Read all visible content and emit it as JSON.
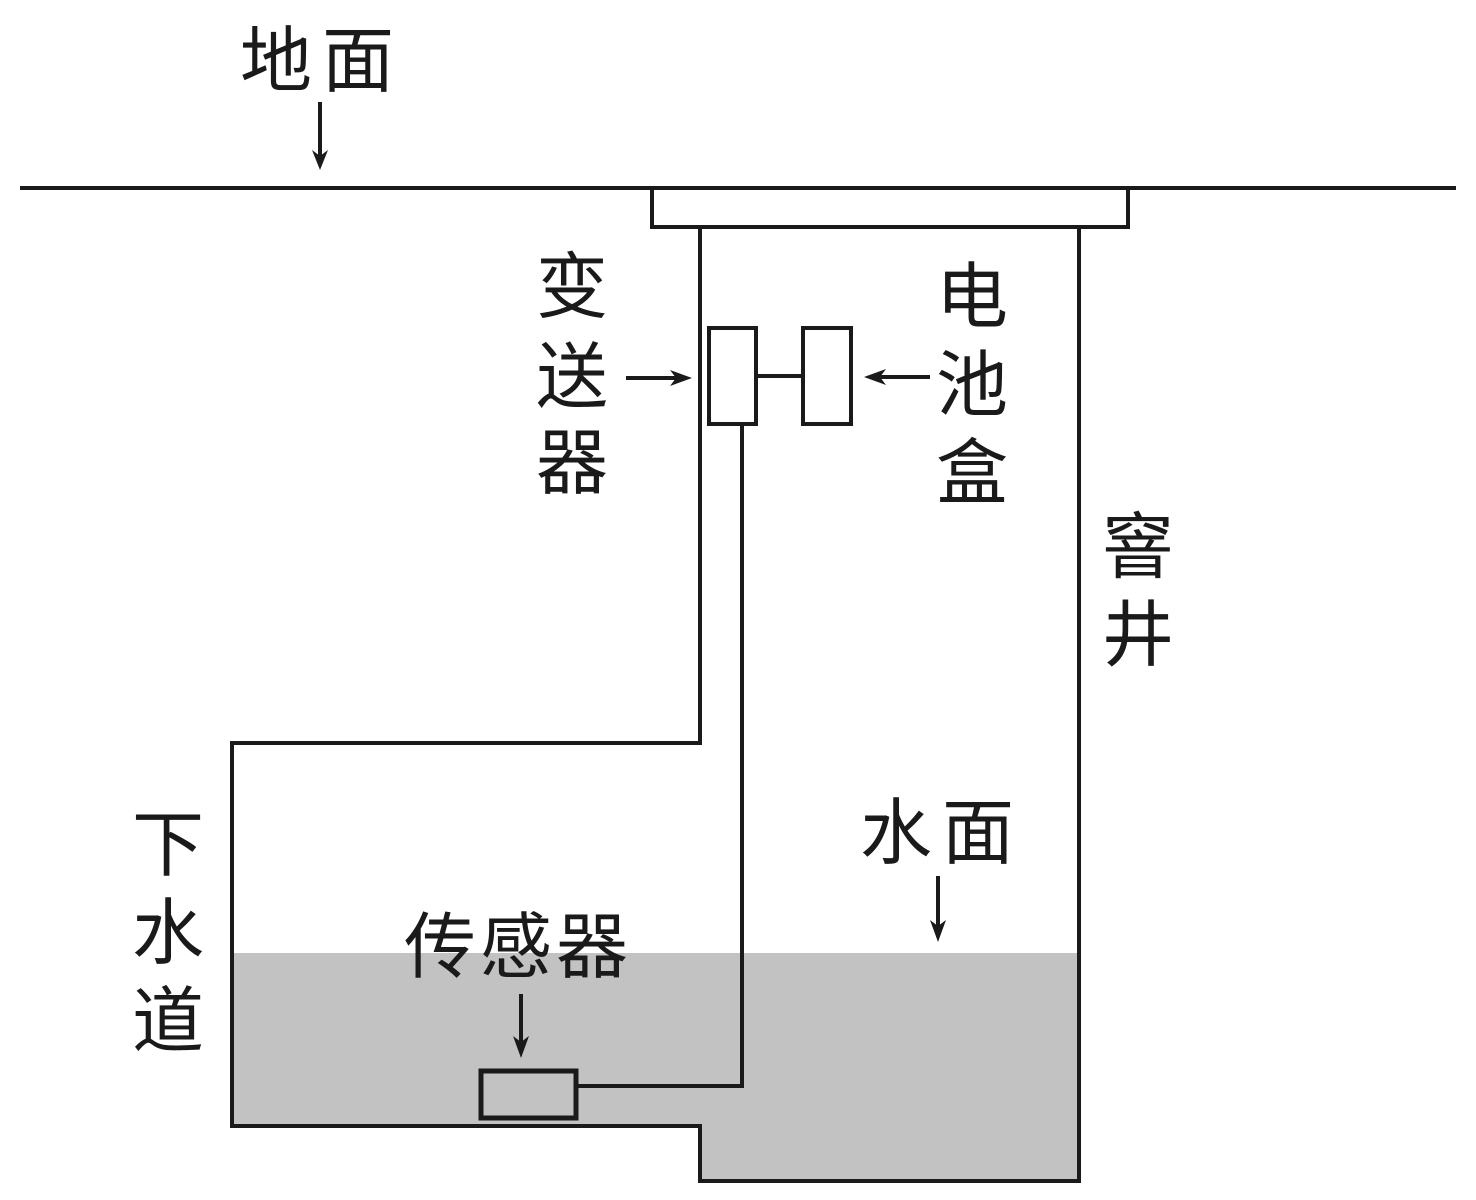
{
  "diagram": {
    "title": "Sewer water level monitoring installation",
    "colors": {
      "line": "#1a1a1a",
      "water": "#c2c2c2",
      "background": "#ffffff"
    },
    "labels": {
      "ground": "地面",
      "transmitter": [
        "变",
        "送",
        "器"
      ],
      "battery_box": [
        "电",
        "池",
        "盒"
      ],
      "manhole": [
        "窨",
        "井"
      ],
      "sewer": [
        "下",
        "水",
        "道"
      ],
      "water_surface": "水面",
      "sensor": "传感器"
    }
  }
}
